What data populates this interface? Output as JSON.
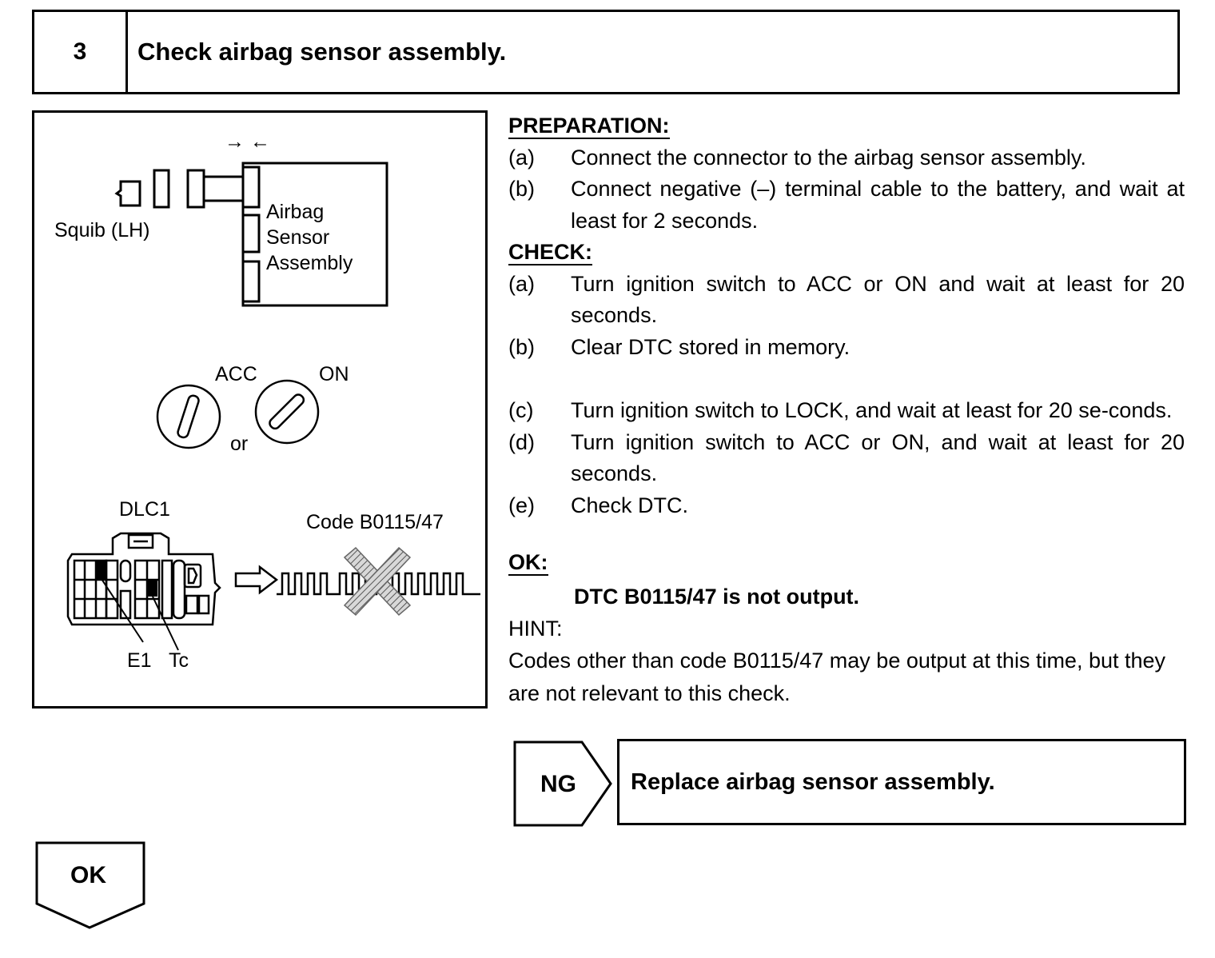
{
  "step": {
    "number": "3",
    "title": "Check airbag sensor assembly."
  },
  "figure": {
    "squib_label": "Squib (LH)",
    "sensor_label_lines": [
      "Airbag",
      "Sensor",
      "Assembly"
    ],
    "acc_label": "ACC",
    "on_label": "ON",
    "or_label": "or",
    "dlc_label": "DLC1",
    "code_label": "Code B0115/47",
    "e1_label": "E1",
    "tc_label": "Tc",
    "connect_arrows": "→ ←"
  },
  "preparation": {
    "heading": "PREPARATION:",
    "items": [
      {
        "letter": "(a)",
        "text": "Connect the connector to the airbag sensor assembly."
      },
      {
        "letter": "(b)",
        "text": "Connect negative (–) terminal cable to the battery, and wait at least for 2 seconds."
      }
    ]
  },
  "check": {
    "heading": "CHECK:",
    "items": [
      {
        "letter": "(a)",
        "text": "Turn ignition switch to ACC or ON and wait at least for 20 seconds."
      },
      {
        "letter": "(b)",
        "text": "Clear DTC stored in memory."
      },
      {
        "letter": "(c)",
        "text": "Turn ignition switch to LOCK, and wait at least for 20 se-conds."
      },
      {
        "letter": "(d)",
        "text": "Turn ignition switch to ACC or ON, and wait at least for 20 seconds."
      },
      {
        "letter": "(e)",
        "text": "Check DTC."
      }
    ]
  },
  "ok": {
    "heading": "OK:",
    "result": "DTC B0115/47 is not output."
  },
  "hint": {
    "label": "HINT:",
    "text": "Codes other than code B0115/47 may be output at this time, but they are not relevant to this check."
  },
  "ng": {
    "label": "NG",
    "action": "Replace airbag sensor assembly."
  },
  "ok_branch": {
    "label": "OK"
  }
}
